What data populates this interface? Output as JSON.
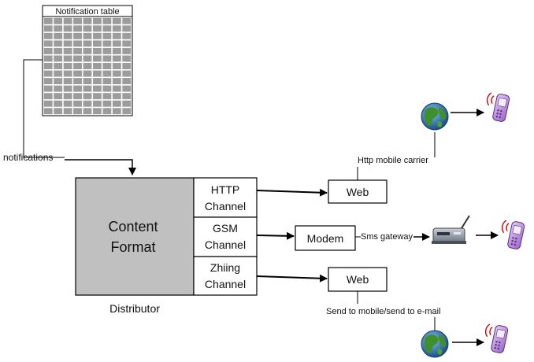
{
  "notification_table": {
    "title": "Notification table",
    "rows": 13,
    "cols": 9
  },
  "flow_labels": {
    "notifications": "notifications",
    "distributor": "Distributor",
    "http_mobile_carrier": "Http mobile carrier",
    "sms_gateway": "Sms gateway",
    "send_to_mobile": "Send to mobile/send to e-mail"
  },
  "content_format": {
    "line1": "Content",
    "line2": "Format"
  },
  "channels": [
    {
      "line1": "HTTP",
      "line2": "Channel"
    },
    {
      "line1": "GSM",
      "line2": "Channel"
    },
    {
      "line1": "Zhiing",
      "line2": "Channel"
    }
  ],
  "targets": {
    "web_top": "Web",
    "modem": "Modem",
    "web_bottom": "Web"
  },
  "icons": [
    "globe-icon",
    "mobile-phone-icon",
    "gsm-modem-icon"
  ],
  "colors": {
    "content_box": "#c0c0c0",
    "table_cell": "#9c9c9c",
    "globe_land": "#3f8f2c",
    "globe_sea": "#2a6fb5",
    "phone": "#b48ad8"
  }
}
